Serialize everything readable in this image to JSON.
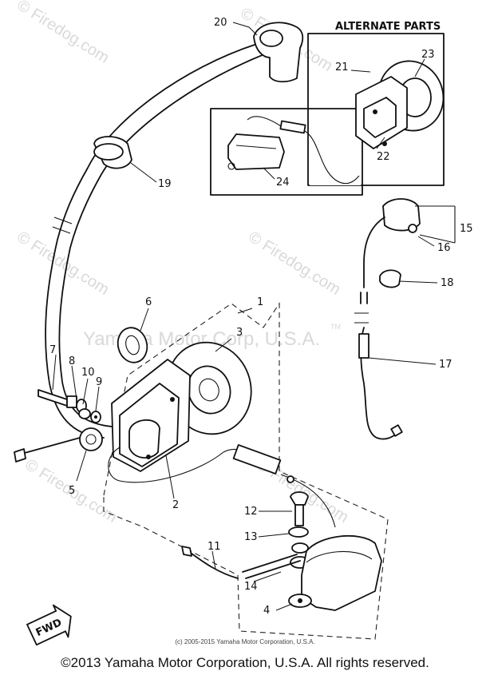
{
  "watermarks": {
    "site": "© Firedog.com",
    "trademark": "Yamaha Motor Corp, U.S.A.",
    "tm": "TM"
  },
  "diagram": {
    "alternate_parts_title": "ALTERNATE PARTS",
    "callouts": {
      "p1": "1",
      "p2": "2",
      "p3": "3",
      "p4": "4",
      "p5": "5",
      "p6": "6",
      "p7": "7",
      "p8": "8",
      "p9": "9",
      "p10": "10",
      "p11": "11",
      "p12": "12",
      "p13": "13",
      "p14": "14",
      "p15": "15",
      "p16": "16",
      "p17": "17",
      "p18": "18",
      "p19": "19",
      "p20": "20",
      "p21": "21",
      "p22": "22",
      "p23": "23",
      "p24": "24"
    },
    "fwd_label": "FWD"
  },
  "credits": {
    "diagram_credit": "(c) 2005-2015 Yamaha Motor Corporation, U.S.A.",
    "footer": "©2013 Yamaha Motor Corporation, U.S.A. All rights reserved."
  }
}
